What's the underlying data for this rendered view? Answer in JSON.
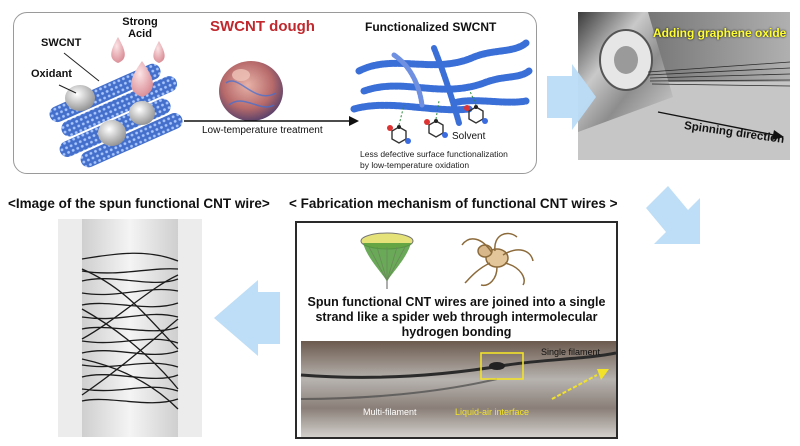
{
  "top_panel": {
    "labels": {
      "swcnt": "SWCNT",
      "oxidant": "Oxidant",
      "strong_acid_line1": "Strong",
      "strong_acid_line2": "Acid",
      "dough_title": "SWCNT dough",
      "functionalized_title": "Functionalized SWCNT",
      "process": "Low-temperature treatment",
      "solvent": "Solvent",
      "caption_line1": "Less defective surface functionalization",
      "caption_line2": "by low-temperature oxidation"
    },
    "colors": {
      "dough_title": "#c0282d",
      "cnt_blue": "#3b6fd8",
      "acid_pink": "#e9a9ae"
    }
  },
  "spinning_photo": {
    "overlay_label": "Adding graphene oxide",
    "direction_label": "Spinning direction",
    "overlay_color": "#ffff33"
  },
  "headers": {
    "image_header": "<Image of the spun functional CNT wire>",
    "mechanism_header": "< Fabrication mechanism of functional CNT wires >"
  },
  "mechanism": {
    "text_line1": "Spun functional CNT wires are joined into a single",
    "text_line2": "strand like a spider web through intermolecular",
    "text_line3": "hydrogen bonding",
    "single_filament": "Single filament",
    "multi_filament": "Multi-filament",
    "interface": "Liquid-air interface",
    "interface_color": "#f2e22a"
  },
  "arrows": {
    "color": "#b9dcf5"
  }
}
